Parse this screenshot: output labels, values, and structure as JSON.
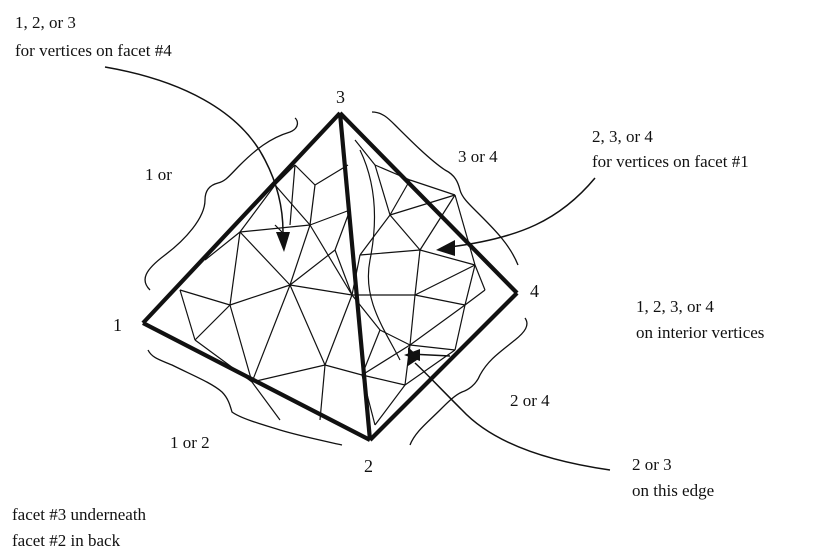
{
  "vertices": {
    "v1": "1",
    "v2": "2",
    "v3": "3",
    "v4": "4"
  },
  "annotations": {
    "facet4_line1": "1, 2, or 3",
    "facet4_line2": "for vertices on facet #4",
    "facet1_line1": "2, 3, or 4",
    "facet1_line2": "for vertices on facet #1",
    "interior_line1": "1, 2, 3, or 4",
    "interior_line2": "on interior vertices",
    "edge_line1": "2 or 3",
    "edge_line2": "on this edge",
    "underneath_line1": "facet #3 underneath",
    "underneath_line2": "facet #2 in back"
  },
  "edge_labels": {
    "edge_1_3": "1 or",
    "edge_3_4": "3 or 4",
    "edge_2_4": "2 or 4",
    "edge_1_2": "1 or 2"
  },
  "colors": {
    "ink": "#111111",
    "background": "#ffffff"
  }
}
